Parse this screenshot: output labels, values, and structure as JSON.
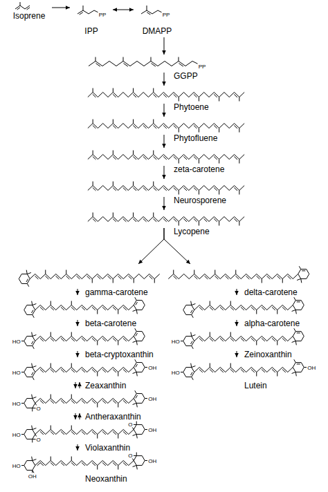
{
  "diagram": {
    "nodes": [
      {
        "text": [
          "Isoprene"
        ]
      },
      {
        "text": [
          "IPP"
        ]
      },
      {
        "text": [
          "DMAPP"
        ]
      },
      {
        "text": [
          "GGPP"
        ]
      },
      {
        "text": [
          "Phytoene"
        ]
      },
      {
        "text": [
          "Phytofluene"
        ]
      },
      {
        "text": [
          "zeta-carotene"
        ]
      },
      {
        "text": [
          "Neurosporene"
        ]
      },
      {
        "text": [
          "Lycopene"
        ]
      },
      {
        "text": [
          "gamma-carotene"
        ]
      },
      {
        "text": [
          "beta-carotene"
        ]
      },
      {
        "text": [
          "beta-cryptoxanthin"
        ]
      },
      {
        "text": [
          "Zeaxanthin"
        ]
      },
      {
        "text": [
          "Antheraxanthin"
        ]
      },
      {
        "text": [
          "Violaxanthin"
        ]
      },
      {
        "text": [
          "Neoxanthin"
        ]
      },
      {
        "text": [
          "delta-carotene"
        ]
      },
      {
        "text": [
          "alpha-carotene"
        ]
      },
      {
        "text": [
          "Zeinoxanthin"
        ]
      },
      {
        "text": [
          "Lutein"
        ]
      }
    ],
    "edges": [
      {
        "from": 0,
        "to": 1,
        "arrow": "to"
      },
      {
        "from": 1,
        "to": 2,
        "arrow": "both"
      },
      {
        "from": 2,
        "to": 3,
        "arrow": "to"
      },
      {
        "from": 3,
        "to": 4,
        "arrow": "to"
      },
      {
        "from": 4,
        "to": 5,
        "arrow": "to"
      },
      {
        "from": 5,
        "to": 6,
        "arrow": "to"
      },
      {
        "from": 6,
        "to": 7,
        "arrow": "to"
      },
      {
        "from": 7,
        "to": 8,
        "arrow": "to"
      },
      {
        "from": 8,
        "to": 9,
        "arrow": "to"
      },
      {
        "from": 8,
        "to": 16,
        "arrow": "to"
      },
      {
        "from": 9,
        "to": 10,
        "arrow": "to"
      },
      {
        "from": 10,
        "to": 11,
        "arrow": "to"
      },
      {
        "from": 11,
        "to": 12,
        "arrow": "to"
      },
      {
        "from": 12,
        "to": 13,
        "arrow": "both"
      },
      {
        "from": 13,
        "to": 14,
        "arrow": "both"
      },
      {
        "from": 14,
        "to": 15,
        "arrow": "to"
      },
      {
        "from": 16,
        "to": 17,
        "arrow": "to"
      },
      {
        "from": 17,
        "to": 18,
        "arrow": "to"
      },
      {
        "from": 18,
        "to": 19,
        "arrow": "to"
      }
    ],
    "labels": [
      "PP",
      "PP",
      "PP",
      "HO",
      "HO",
      "OH",
      "HO",
      "O",
      "OH",
      "HO",
      "O",
      "O",
      "OH",
      "HO",
      "OH",
      "O",
      "OH",
      "HO",
      "HO",
      "OH"
    ]
  }
}
